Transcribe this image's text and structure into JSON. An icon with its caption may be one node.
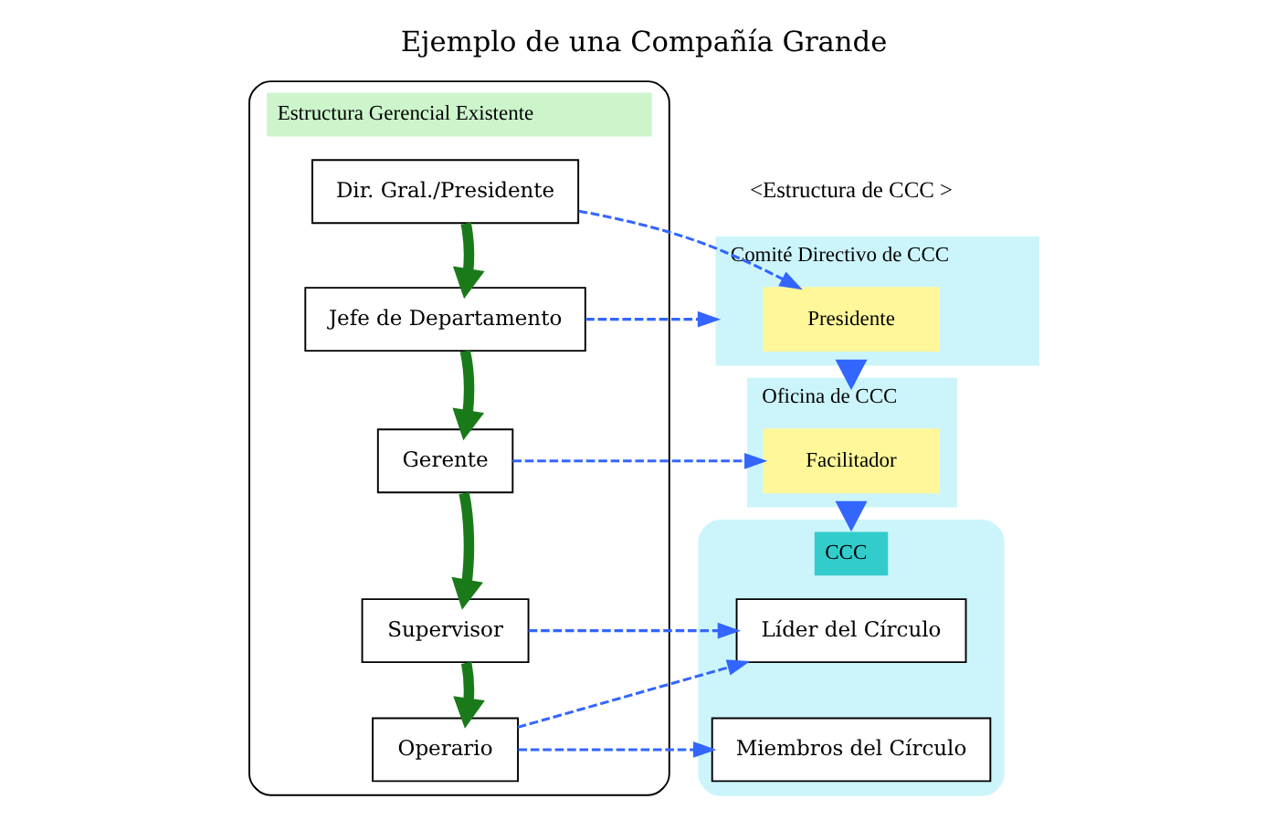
{
  "diagram": {
    "title": "Ejemplo de una Compañía Grande",
    "nodes": [
      {
        "text": [
          "Estructura Gerencial Existente"
        ]
      },
      {
        "text": [
          "Dir. Gral./Presidente"
        ],
        "in": 0
      },
      {
        "text": [
          "Jefe de Departamento"
        ],
        "in": 0
      },
      {
        "text": [
          "Gerente"
        ],
        "in": 0
      },
      {
        "text": [
          "Supervisor"
        ],
        "in": 0
      },
      {
        "text": [
          "Operario"
        ],
        "in": 0
      },
      {
        "text": [
          "Comité Directivo de CCC"
        ]
      },
      {
        "text": [
          "Presidente"
        ],
        "in": 6
      },
      {
        "text": [
          "Oficina de CCC"
        ]
      },
      {
        "text": [
          "Facilitador"
        ],
        "in": 8
      },
      {
        "text": [
          "CCC"
        ]
      },
      {
        "text": [
          "Líder del Círculo"
        ],
        "in": 10
      },
      {
        "text": [
          "Miembros del Círculo"
        ],
        "in": 10
      }
    ],
    "edges": [
      {
        "from": 1,
        "to": 2,
        "arrow": "to",
        "style": "thick",
        "color": "#1a7a1a"
      },
      {
        "from": 2,
        "to": 3,
        "arrow": "to",
        "style": "thick",
        "color": "#1a7a1a"
      },
      {
        "from": 3,
        "to": 4,
        "arrow": "to",
        "style": "thick",
        "color": "#1a7a1a"
      },
      {
        "from": 4,
        "to": 5,
        "arrow": "to",
        "style": "thick",
        "color": "#1a7a1a"
      },
      {
        "from": 1,
        "to": 7,
        "arrow": "to",
        "style": "dashed"
      },
      {
        "from": 2,
        "to": 6,
        "arrow": "to",
        "style": "dashed"
      },
      {
        "from": 6,
        "to": 8,
        "arrow": "to",
        "style": "thick"
      },
      {
        "from": 3,
        "to": 9,
        "arrow": "to",
        "style": "dashed"
      },
      {
        "from": 8,
        "to": 10,
        "arrow": "to",
        "style": "thick"
      },
      {
        "from": 4,
        "to": 11,
        "arrow": "to",
        "style": "dashed"
      },
      {
        "from": 5,
        "to": 11,
        "arrow": "to",
        "style": "dashed"
      },
      {
        "from": 5,
        "to": 12,
        "arrow": "to",
        "style": "dashed"
      }
    ],
    "labels": [
      "<Estructura de CCC >"
    ]
  }
}
